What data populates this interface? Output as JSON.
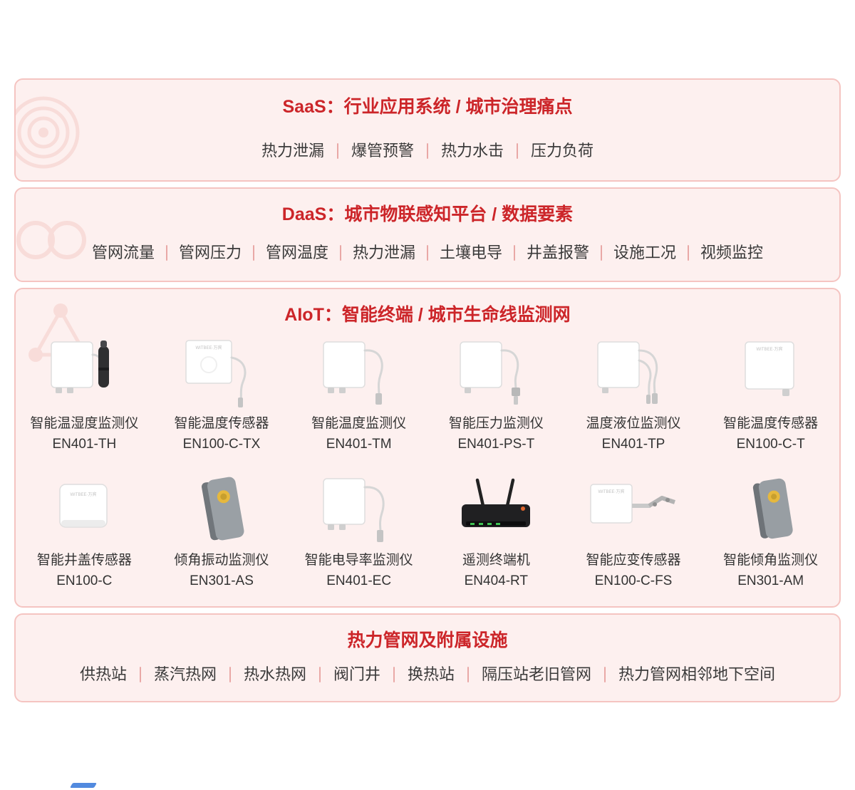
{
  "brand": "WITBEE·万宾",
  "sections": {
    "saas": {
      "title": "SaaS：行业应用系统 / 城市治理痛点",
      "items": [
        "热力泄漏",
        "爆管预警",
        "热力水击",
        "压力负荷"
      ]
    },
    "daas": {
      "title": "DaaS：城市物联感知平台 / 数据要素",
      "items": [
        "管网流量",
        "管网压力",
        "管网温度",
        "热力泄漏",
        "土壤电导",
        "井盖报警",
        "设施工况",
        "视频监控"
      ]
    },
    "aiot": {
      "title": "AIoT：智能终端 / 城市生命线监测网",
      "products": [
        {
          "name": "智能温湿度监测仪",
          "model": "EN401-TH"
        },
        {
          "name": "智能温度传感器",
          "model": "EN100-C-TX"
        },
        {
          "name": "智能温度监测仪",
          "model": "EN401-TM"
        },
        {
          "name": "智能压力监测仪",
          "model": "EN401-PS-T"
        },
        {
          "name": "温度液位监测仪",
          "model": "EN401-TP"
        },
        {
          "name": "智能温度传感器",
          "model": "EN100-C-T"
        },
        {
          "name": "智能井盖传感器",
          "model": "EN100-C"
        },
        {
          "name": "倾角振动监测仪",
          "model": "EN301-AS"
        },
        {
          "name": "智能电导率监测仪",
          "model": "EN401-EC"
        },
        {
          "name": "遥测终端机",
          "model": "EN404-RT"
        },
        {
          "name": "智能应变传感器",
          "model": "EN100-C-FS"
        },
        {
          "name": "智能倾角监测仪",
          "model": "EN301-AM"
        }
      ]
    },
    "infra": {
      "title": "热力管网及附属设施",
      "items": [
        "供热站",
        "蒸汽热网",
        "热水热网",
        "阀门井",
        "换热站",
        "隔压站老旧管网",
        "热力管网相邻地下空间"
      ]
    }
  },
  "colors": {
    "accent_red": "#cc2529",
    "band_bg": "#fdf0ef",
    "band_border": "#f5c4c1"
  }
}
